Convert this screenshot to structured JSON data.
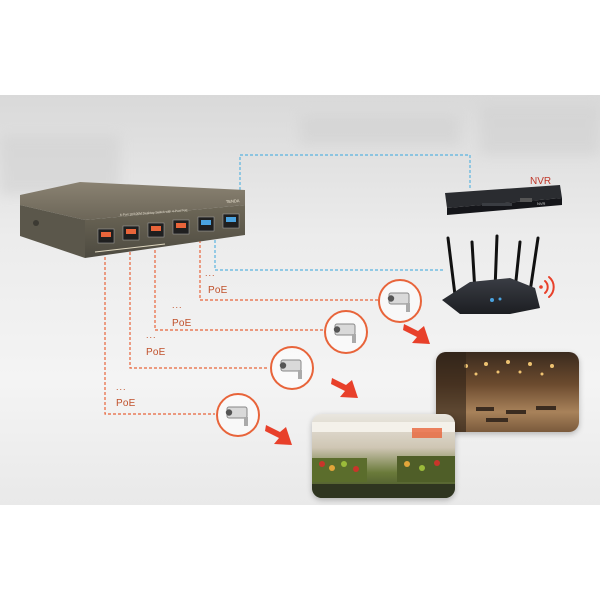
{
  "switch": {
    "brand_text": "TENDA",
    "model_text": "6-Port 10/100M Desktop Switch with 4-Port PoE"
  },
  "nvr": {
    "label": "NVR",
    "front_text": "NVR"
  },
  "links": [
    {
      "label": "PoE",
      "dots": "..."
    },
    {
      "label": "PoE",
      "dots": "..."
    },
    {
      "label": "PoE",
      "dots": "..."
    },
    {
      "label": "PoE",
      "dots": "..."
    }
  ],
  "colors": {
    "poe_line": "#e8643a",
    "uplink_line": "#5ab4e0",
    "arrow": "#e8402a",
    "wifi": "#e8402a"
  },
  "icons": [
    "camera-icon",
    "wifi-signal-icon",
    "arrow-icon"
  ]
}
